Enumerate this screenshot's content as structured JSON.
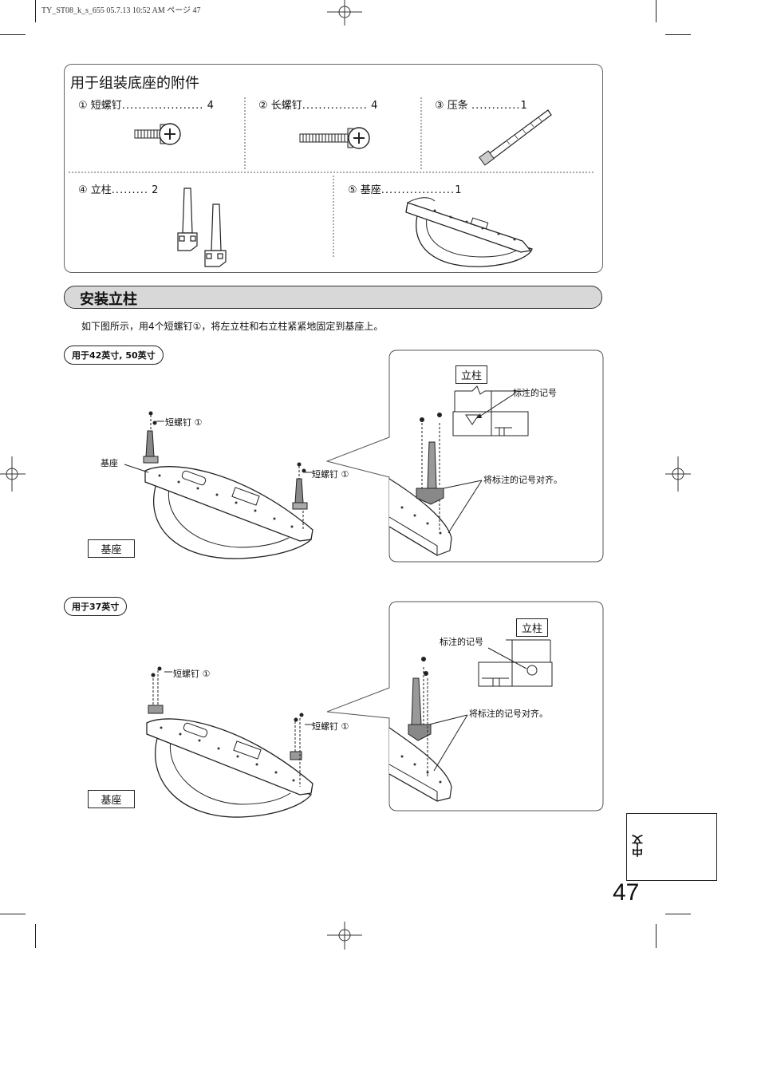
{
  "header": {
    "file_line": "TY_ST08_k_s_655  05.7.13 10:52 AM    ページ 47"
  },
  "accessories": {
    "title": "用于组装底座的附件",
    "items": [
      {
        "label": "① 短螺钉",
        "dots": "....................",
        "qty": "4"
      },
      {
        "label": "② 长螺钉",
        "dots": "................",
        "qty": "4"
      },
      {
        "label": "③ 压条",
        "dots": "............",
        "qty": "1"
      },
      {
        "label": "④ 立柱",
        "dots": ".........",
        "qty": "2"
      },
      {
        "label": "⑤ 基座",
        "dots": "..................",
        "qty": "1"
      }
    ]
  },
  "section": {
    "title": "安装立柱",
    "instruction": "如下图所示，用4个短螺钉①，将左立柱和右立柱紧紧地固定到基座上。"
  },
  "fig1": {
    "size_label": "用于42英寸, 50英寸",
    "screw_label_1": "短螺钉 ①",
    "screw_label_2": "短螺钉 ①",
    "base_callout": "基座",
    "base_box": "基座",
    "pillar_box": "立柱",
    "mark_label": "标注的记号",
    "align_label": "将标注的记号对齐。"
  },
  "fig2": {
    "size_label": "用于37英寸",
    "screw_label_1": "短螺钉 ①",
    "screw_label_2": "短螺钉 ①",
    "base_box": "基座",
    "pillar_box": "立柱",
    "mark_label": "标注的记号",
    "align_label": "将标注的记号对齐。"
  },
  "side_tab": {
    "language": "中文"
  },
  "page_number": "47"
}
